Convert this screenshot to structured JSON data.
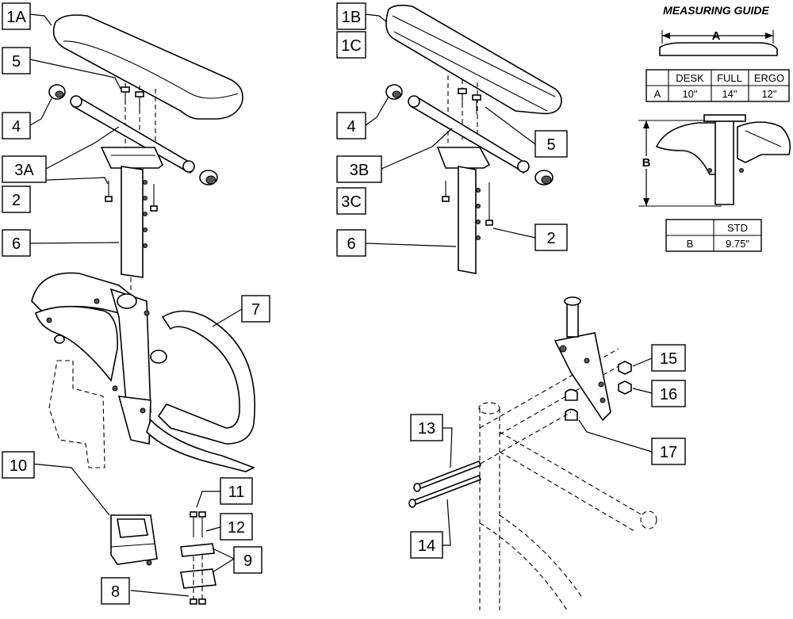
{
  "callouts": {
    "c1a": "1A",
    "c5_left": "5",
    "c4_left": "4",
    "c3a": "3A",
    "c2_left": "2",
    "c6_left": "6",
    "c7": "7",
    "c10": "10",
    "c11": "11",
    "c12": "12",
    "c9": "9",
    "c8": "8",
    "c1b": "1B",
    "c1c": "1C",
    "c4_right": "4",
    "c5_right": "5",
    "c3b": "3B",
    "c3c": "3C",
    "c6_right": "6",
    "c2_right": "2",
    "c13": "13",
    "c14": "14",
    "c15": "15",
    "c16": "16",
    "c17": "17"
  },
  "guide": {
    "title": "MEASURING GUIDE",
    "dim_a": "A",
    "dim_b": "B",
    "table_a": {
      "headers": [
        "",
        "DESK",
        "FULL",
        "ERGO"
      ],
      "row_label": "A",
      "values": [
        "10\"",
        "14\"",
        "12\""
      ]
    },
    "table_b": {
      "headers": [
        "",
        "STD"
      ],
      "row_label": "B",
      "values": [
        "9.75\""
      ]
    }
  }
}
